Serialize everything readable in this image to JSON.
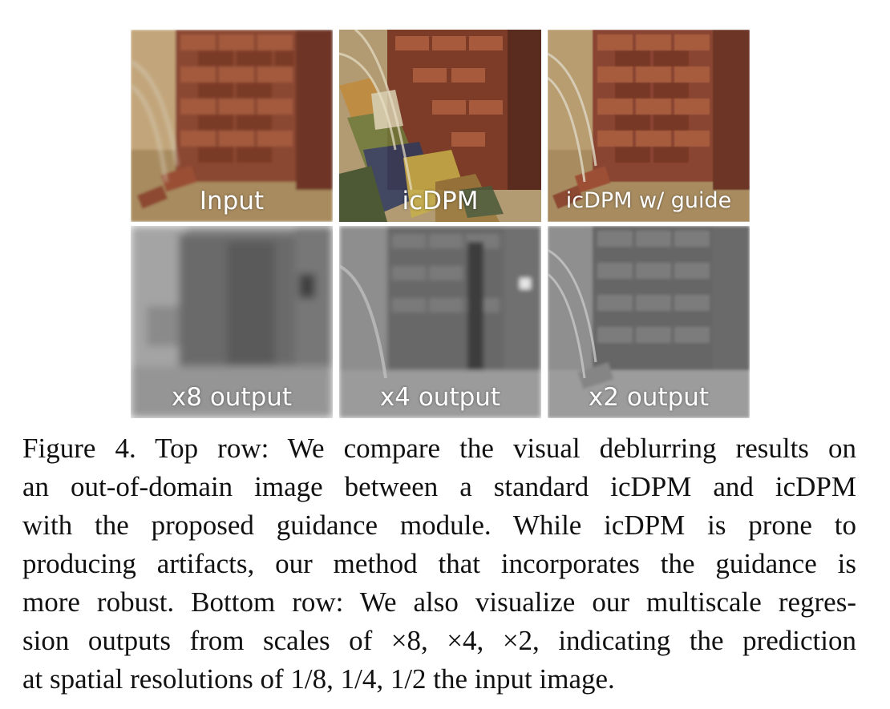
{
  "figure": {
    "panels": [
      {
        "label": "Input",
        "variant": "color-input"
      },
      {
        "label": "icDPM",
        "variant": "color-artifacts"
      },
      {
        "label": "icDPM w/ guide",
        "variant": "color-guided"
      },
      {
        "label": "x8 output",
        "variant": "gray-x8"
      },
      {
        "label": "x4 output",
        "variant": "gray-x4"
      },
      {
        "label": "x2 output",
        "variant": "gray-x2"
      }
    ],
    "caption_lines": [
      "Figure 4. Top row:  We compare the visual deblurring results on",
      "an out-of-domain image between a standard icDPM and icDPM",
      "with the proposed guidance module.  While icDPM is prone to",
      "producing artifacts, our method that incorporates the guidance is",
      "more robust. Bottom row: We also visualize our multiscale regres-",
      "sion outputs from scales of ×8, ×4, ×2, indicating the prediction",
      "at spatial resolutions of 1/8, 1/4, 1/2 the input image."
    ]
  }
}
